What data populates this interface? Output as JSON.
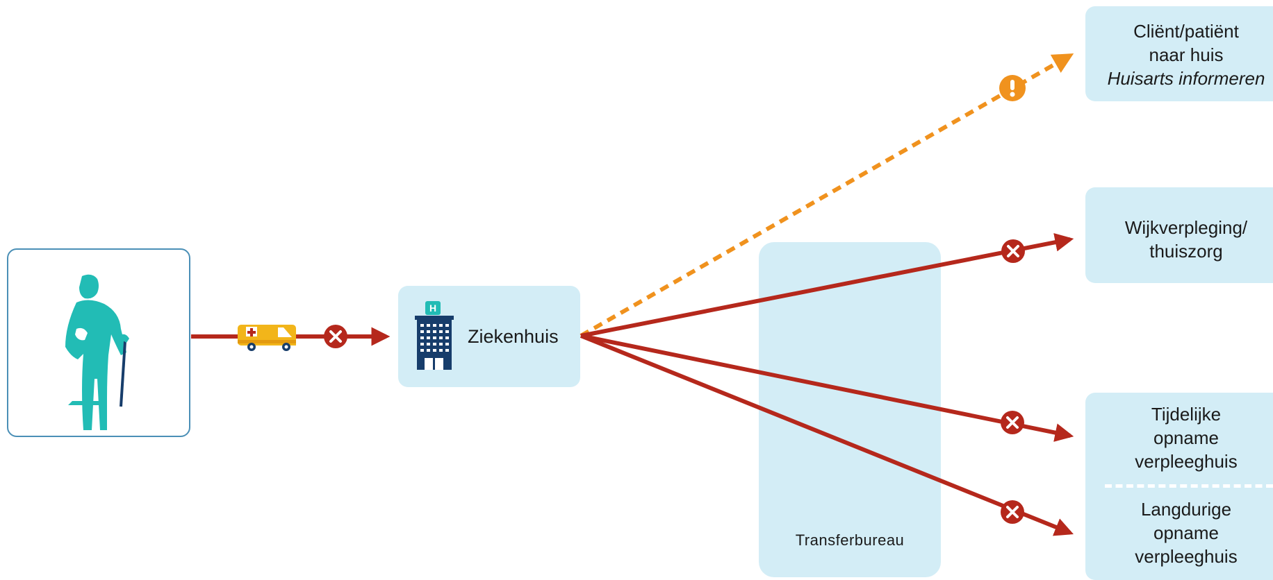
{
  "hospital": {
    "label": "Ziekenhuis"
  },
  "transfer": {
    "label": "Transferbureau"
  },
  "destinations": {
    "home": {
      "line1": "Cliënt/patiënt",
      "line2": "naar huis",
      "note": "Huisarts informeren"
    },
    "homecare": {
      "line1": "Wijkverpleging/",
      "line2": "thuiszorg"
    },
    "temporary": {
      "line1": "Tijdelijke",
      "line2": "opname",
      "line3": "verpleeghuis"
    },
    "longterm": {
      "line1": "Langdurige",
      "line2": "opname",
      "line3": "verpleeghuis"
    }
  },
  "colors": {
    "red_arrow": "#b5281c",
    "orange_arrow": "#f0921e",
    "box_fill": "#d3edf6",
    "patient_teal": "#22bcb5",
    "navy": "#173d6b",
    "ambulance_yellow": "#f2b51a"
  },
  "icons": [
    "elderly-person-icon",
    "ambulance-icon",
    "hospital-building-icon",
    "warning-icon",
    "error-x-icon"
  ]
}
